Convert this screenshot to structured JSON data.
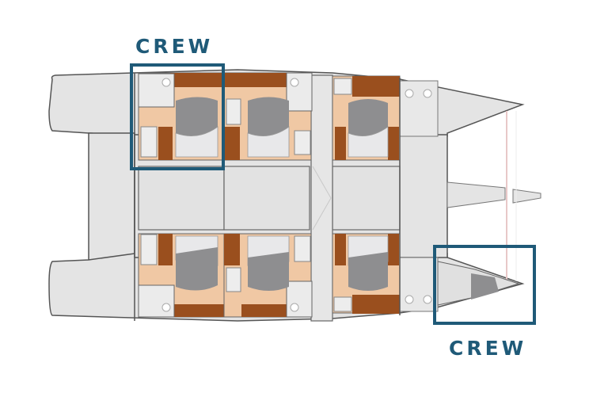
{
  "diagram": {
    "type": "catamaran-floor-plan",
    "colors": {
      "hull": "#e4e4e4",
      "outline": "#555555",
      "cabin_floor": "#f0c8a4",
      "wood": "#9a4f1e",
      "bed": "#8e8e90",
      "bed_linen": "#e8e8ea",
      "highlight": "#1f5a78"
    },
    "highlights": [
      {
        "id": "crew-top",
        "label": "CREW",
        "area": "port aft crew cabin"
      },
      {
        "id": "crew-bottom",
        "label": "CREW",
        "area": "starboard bow crew cabin"
      }
    ],
    "cabins": [
      {
        "id": "cabin-port-aft",
        "hull": "port",
        "position": "aft"
      },
      {
        "id": "cabin-port-mid",
        "hull": "port",
        "position": "mid"
      },
      {
        "id": "cabin-port-fwd",
        "hull": "port",
        "position": "forward"
      },
      {
        "id": "cabin-stbd-aft",
        "hull": "starboard",
        "position": "aft"
      },
      {
        "id": "cabin-stbd-mid",
        "hull": "starboard",
        "position": "mid"
      },
      {
        "id": "cabin-stbd-fwd",
        "hull": "starboard",
        "position": "forward"
      }
    ]
  }
}
